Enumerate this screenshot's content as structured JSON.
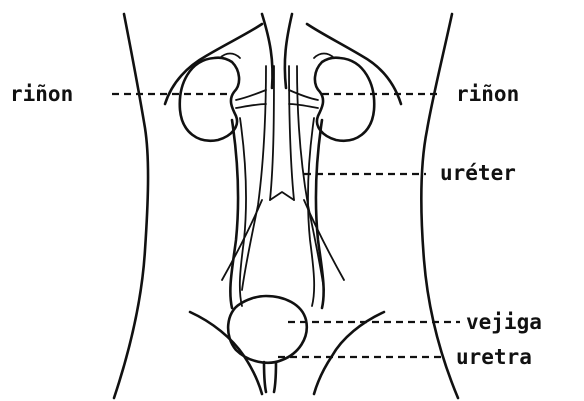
{
  "labels": {
    "kidney_left": "riñon",
    "kidney_right": "riñon",
    "ureter": "uréter",
    "bladder": "vejiga",
    "urethra": "uretra"
  },
  "colors": {
    "ink": "#111111",
    "background": "#ffffff"
  }
}
